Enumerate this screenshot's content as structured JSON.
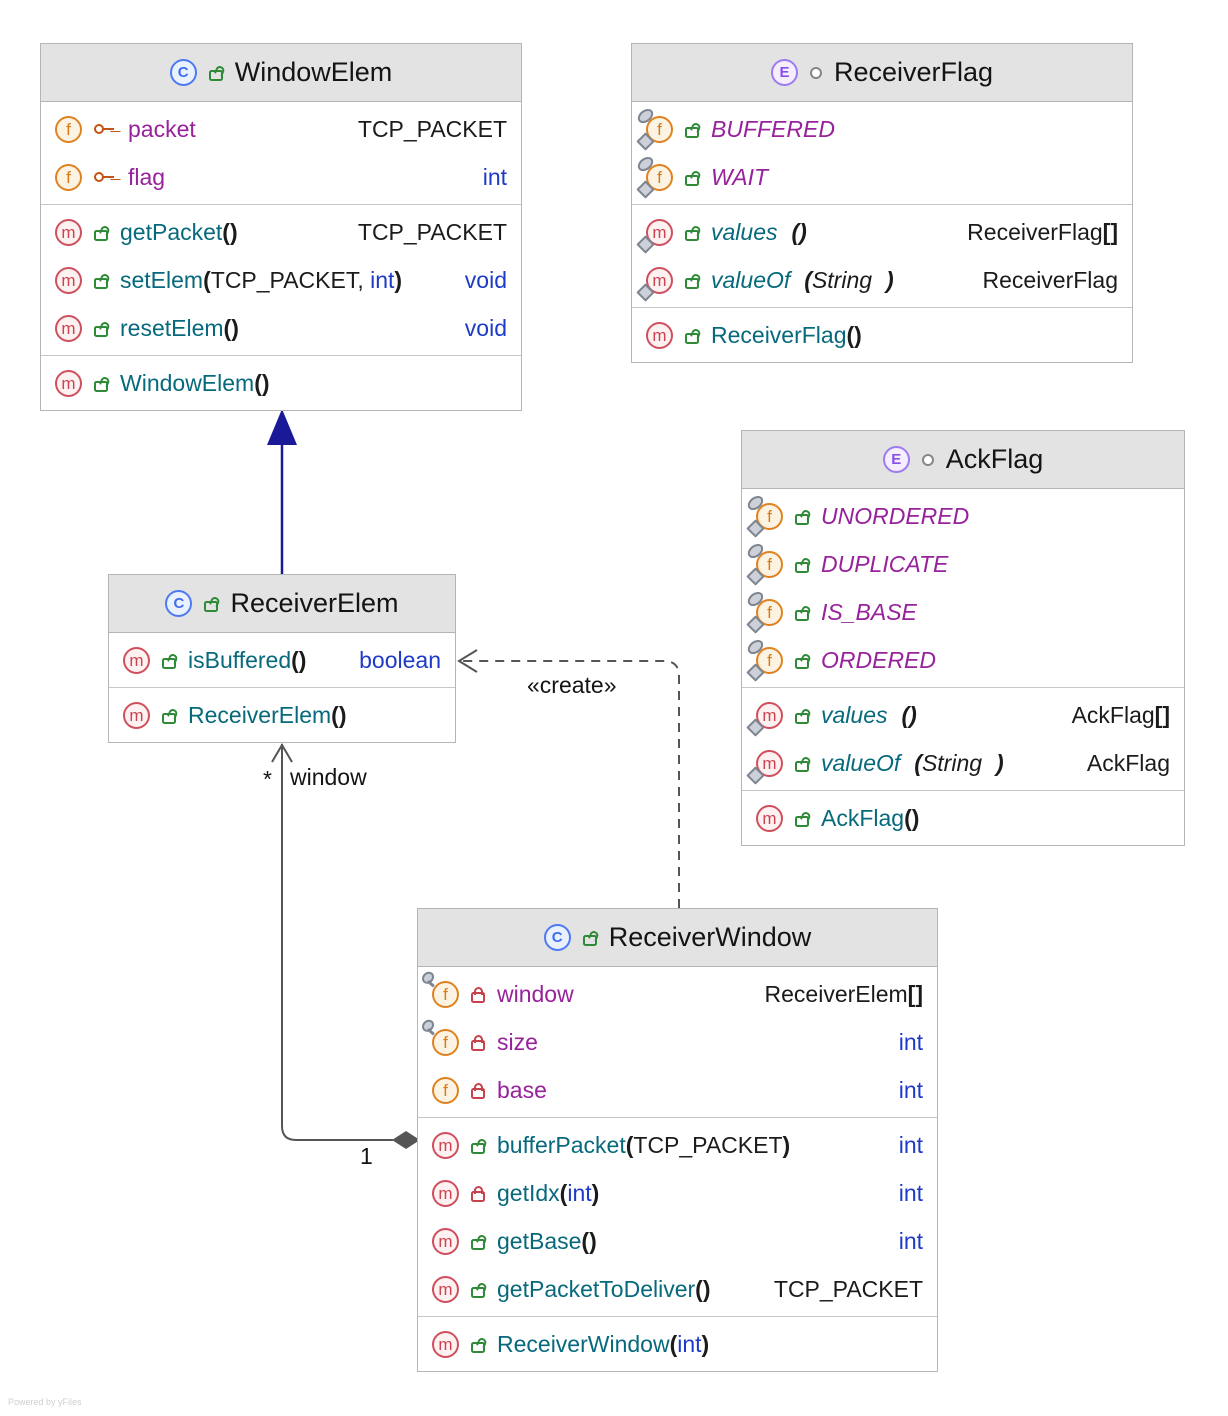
{
  "icons": {
    "class_letter": "C",
    "enum_letter": "E",
    "field_letter": "f",
    "method_letter": "m"
  },
  "diagram": {
    "footer": "Powered by yFiles",
    "labels": {
      "create": "«create»",
      "star": "*",
      "role_window": "window",
      "one": "1"
    }
  },
  "classes": {
    "windowElem": {
      "title": "WindowElem",
      "fields": {
        "packet": {
          "name": "packet",
          "type": "TCP_PACKET"
        },
        "flag": {
          "name": "flag",
          "type": "int"
        }
      },
      "methods": {
        "getPacket": {
          "name": "getPacket",
          "parens": "()",
          "type": "TCP_PACKET"
        },
        "setElem": {
          "name": "setElem",
          "open": "(",
          "param1": "TCP_PACKET, ",
          "param2": "int",
          "close": ")",
          "type": "void"
        },
        "resetElem": {
          "name": "resetElem",
          "parens": "()",
          "type": "void"
        }
      },
      "ctor": {
        "name": "WindowElem",
        "parens": "()"
      }
    },
    "receiverFlag": {
      "title": "ReceiverFlag",
      "constants": {
        "buffered": "BUFFERED",
        "wait": "WAIT"
      },
      "methods": {
        "values": {
          "name": "values",
          "parens": "()",
          "type_main": "ReceiverFlag",
          "type_brackets": "[]"
        },
        "valueOf": {
          "name": "valueOf",
          "open": "(",
          "param": "String",
          "close": ")",
          "type": "ReceiverFlag"
        }
      },
      "ctor": {
        "name": "ReceiverFlag",
        "parens": "()"
      }
    },
    "ackFlag": {
      "title": "AckFlag",
      "constants": {
        "unordered": "UNORDERED",
        "duplicate": "DUPLICATE",
        "is_base": "IS_BASE",
        "ordered": "ORDERED"
      },
      "methods": {
        "values": {
          "name": "values",
          "parens": "()",
          "type_main": "AckFlag",
          "type_brackets": "[]"
        },
        "valueOf": {
          "name": "valueOf",
          "open": "(",
          "param": "String",
          "close": ")",
          "type": "AckFlag"
        }
      },
      "ctor": {
        "name": "AckFlag",
        "parens": "()"
      }
    },
    "receiverElem": {
      "title": "ReceiverElem",
      "methods": {
        "isBuffered": {
          "name": "isBuffered",
          "parens": "()",
          "type": "boolean"
        }
      },
      "ctor": {
        "name": "ReceiverElem",
        "parens": "()"
      }
    },
    "receiverWindow": {
      "title": "ReceiverWindow",
      "fields": {
        "window": {
          "name": "window",
          "type_main": "ReceiverElem",
          "type_brackets": "[]"
        },
        "size": {
          "name": "size",
          "type": "int"
        },
        "base": {
          "name": "base",
          "type": "int"
        }
      },
      "methods": {
        "bufferPacket": {
          "name": "bufferPacket",
          "open": "(",
          "param": "TCP_PACKET",
          "close": ")",
          "type": "int"
        },
        "getIdx": {
          "name": "getIdx",
          "open": "(",
          "param": "int",
          "close": ")",
          "type": "int"
        },
        "getBase": {
          "name": "getBase",
          "parens": "()",
          "type": "int"
        },
        "getPacketToDeliver": {
          "name": "getPacketToDeliver",
          "parens": "()",
          "type": "TCP_PACKET"
        }
      },
      "ctor": {
        "name": "ReceiverWindow",
        "open": "(",
        "param": "int",
        "close": ")"
      }
    }
  }
}
